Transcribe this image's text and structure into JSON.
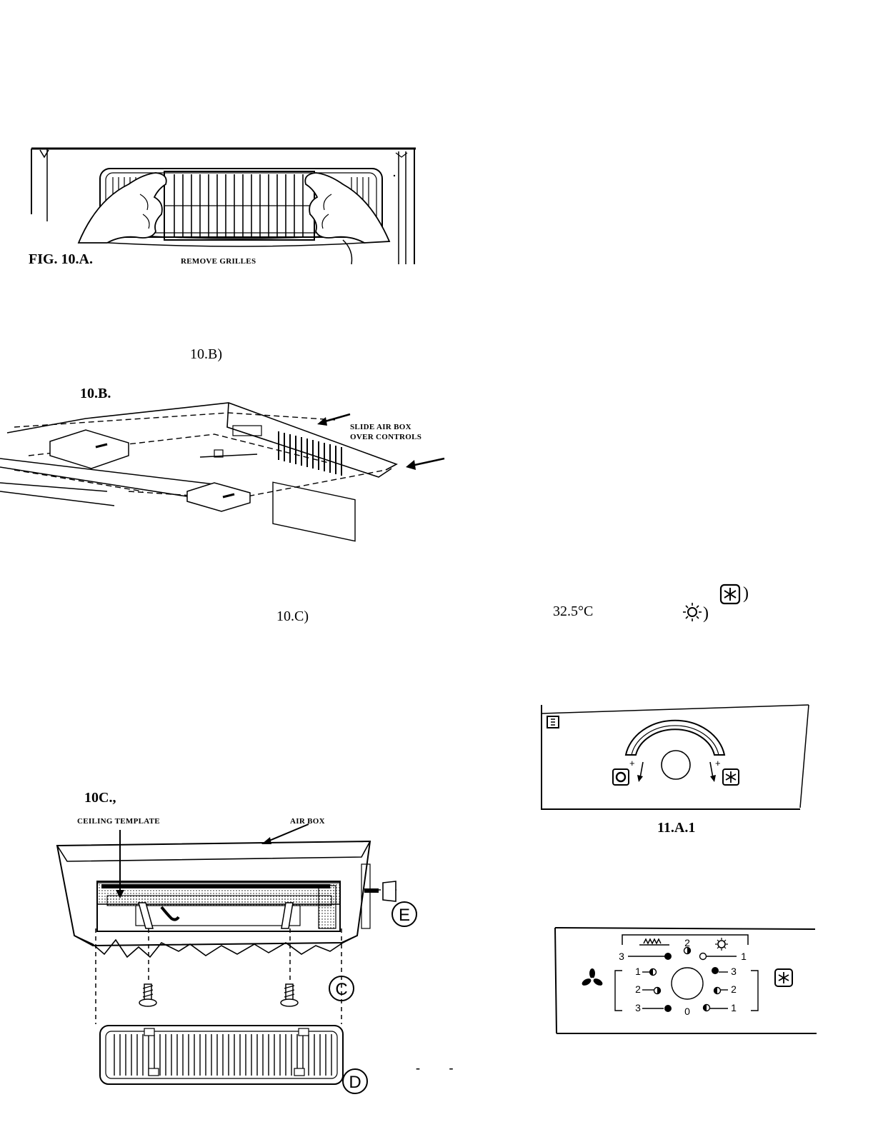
{
  "fig10a": {
    "label": "FIG. 10.A.",
    "caption": "REMOVE GRILLES"
  },
  "fig10b": {
    "ref_text": "10.B)",
    "label": "10.B.",
    "callout": [
      "SLIDE AIR BOX",
      "OVER CONTROLS"
    ]
  },
  "fig10c": {
    "ref_text": "10.C)",
    "label": "10C.,",
    "ceiling_template": "CEILING TEMPLATE",
    "air_box": "AIR BOX",
    "markers": {
      "e": "E",
      "c": "C",
      "d": "D"
    }
  },
  "right_column": {
    "temp_value": "32.5°C",
    "bracket_close_1": ")",
    "bracket_close_2": ")",
    "icons": [
      "cool-snowflake-icon",
      "heat-sun-icon"
    ]
  },
  "fig11a1": {
    "label": "11.A.1",
    "plus_left": "+",
    "plus_right": "+"
  },
  "selector_panel": {
    "top_number": "2",
    "left_top": "3",
    "right_top": "1",
    "fan_rows_left": [
      "1",
      "2",
      "3"
    ],
    "fan_rows_right": [
      "3",
      "2",
      "1"
    ],
    "center_bottom": "0"
  },
  "footer": {
    "marks": "- -"
  }
}
